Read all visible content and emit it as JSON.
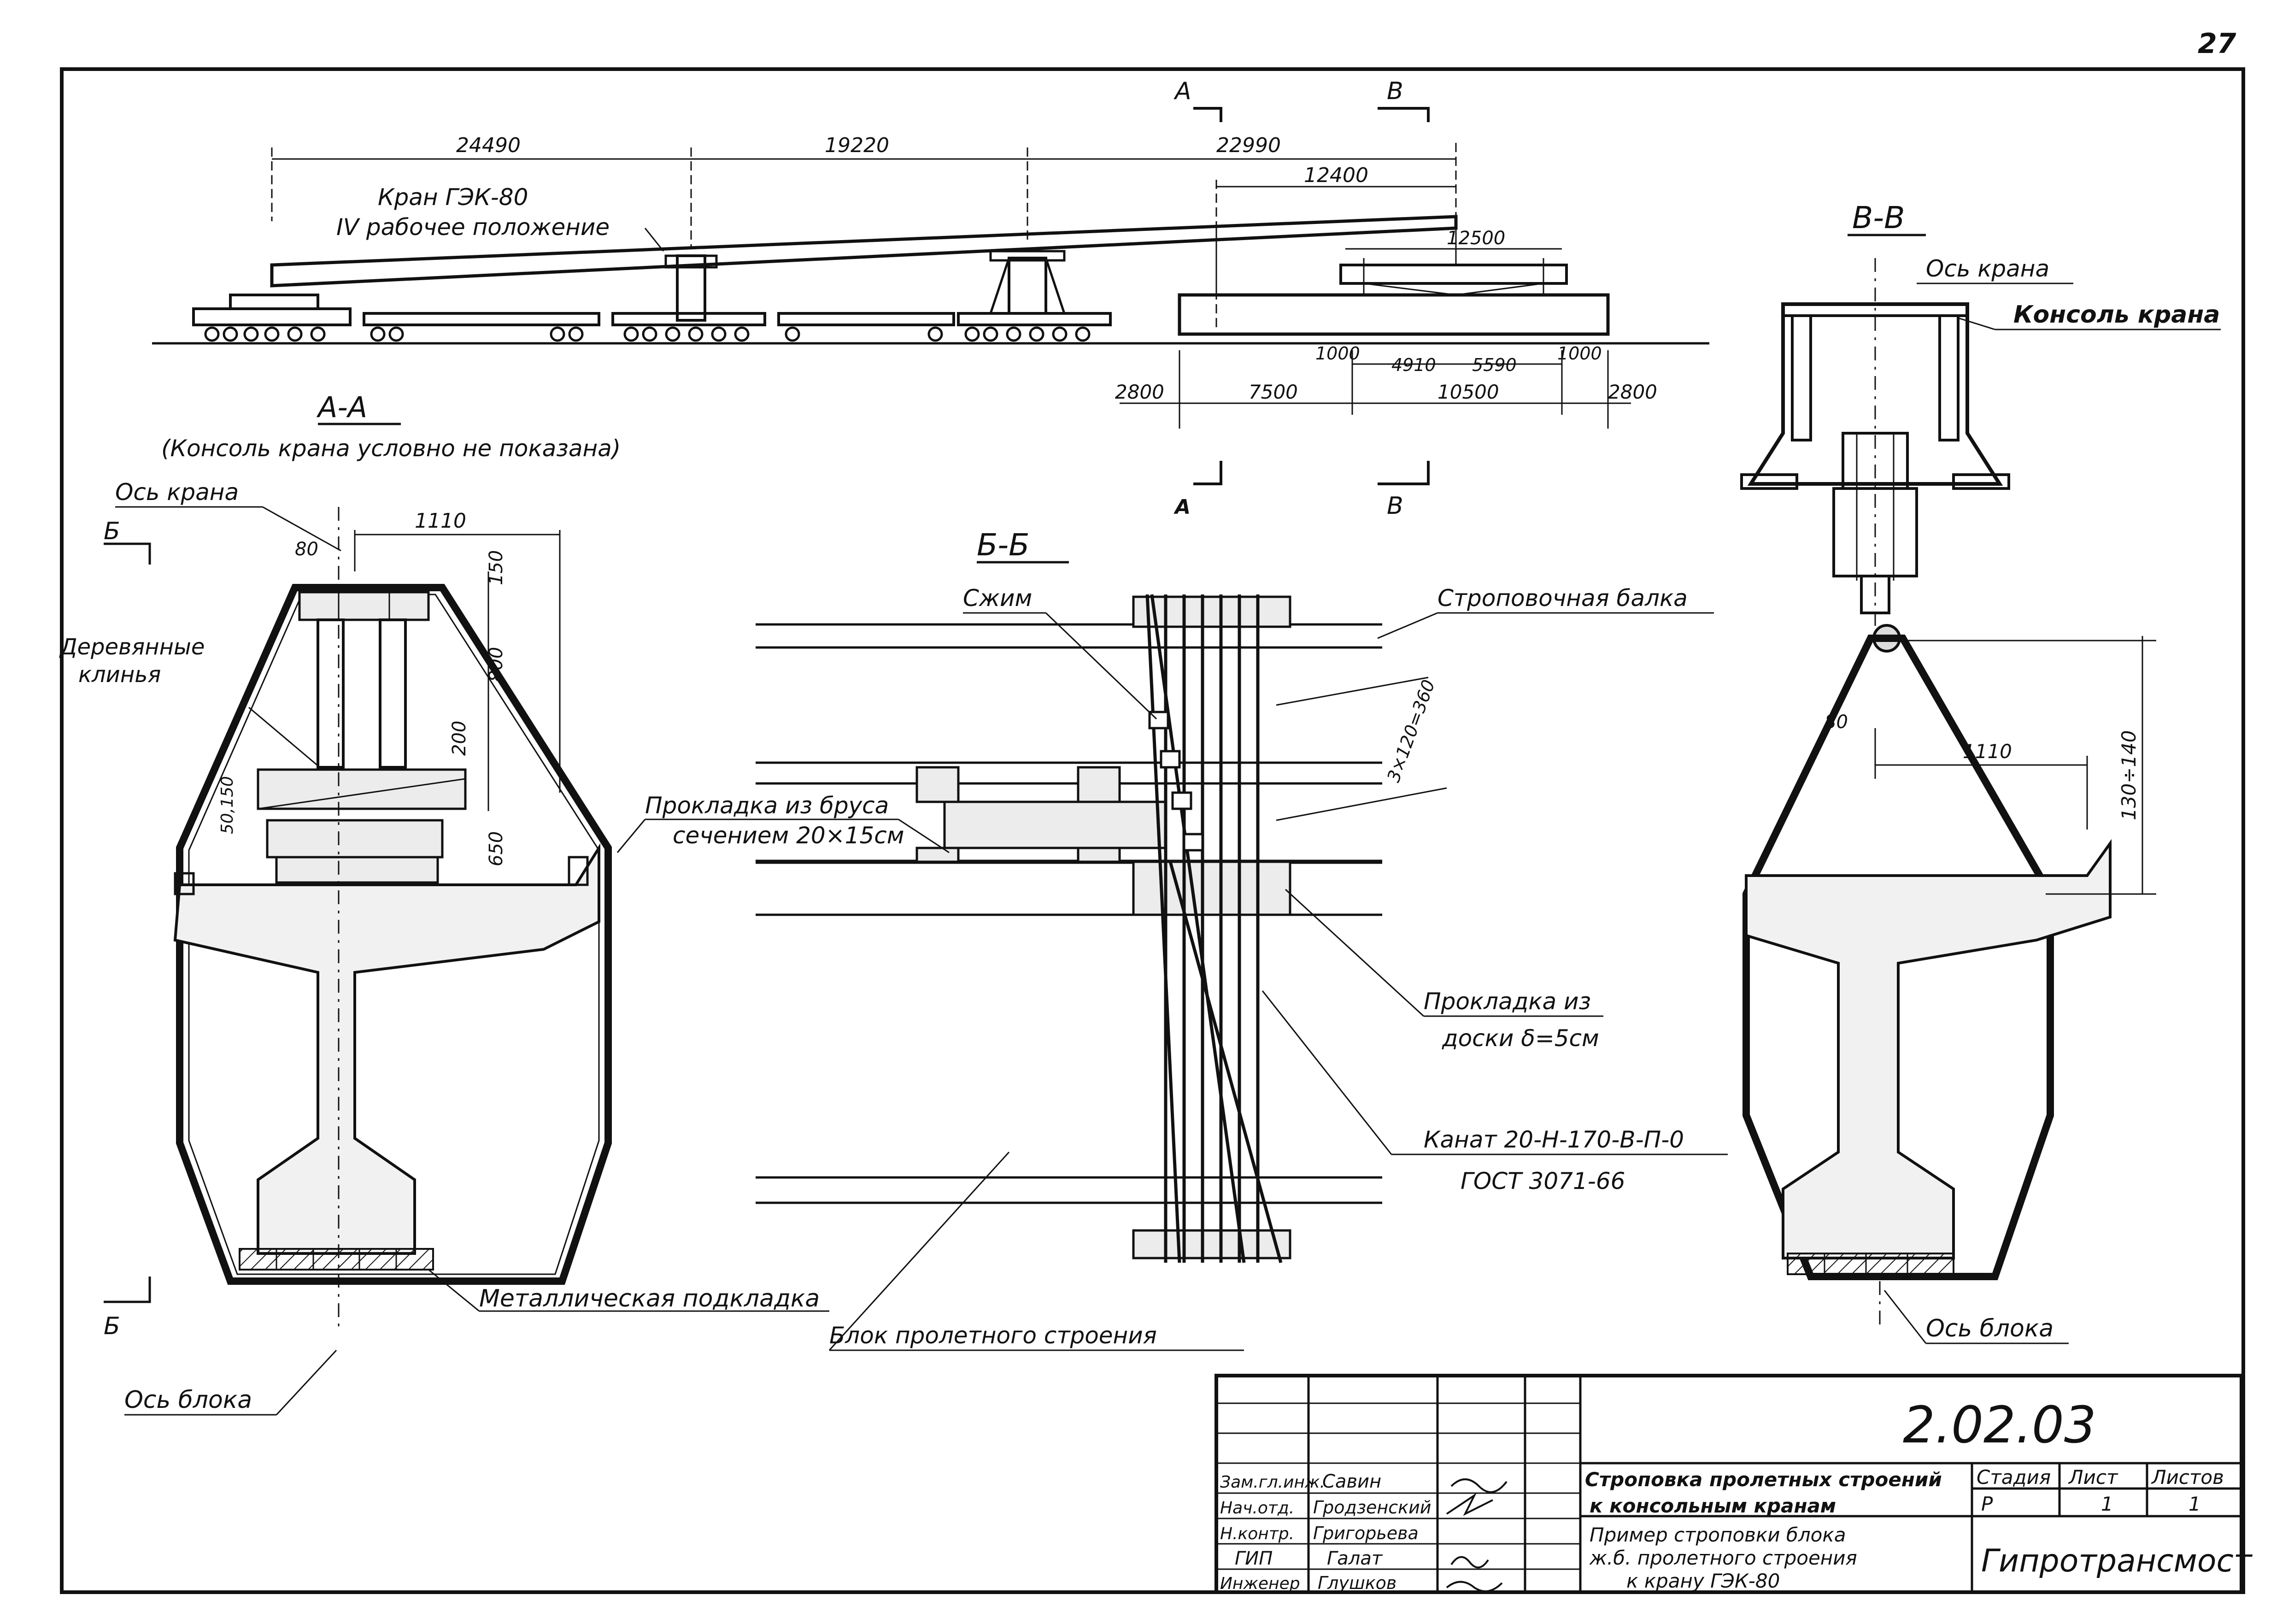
{
  "page_number": "27",
  "top_view": {
    "dim_24490": "24490",
    "dim_19220": "19220",
    "dim_22990": "22990",
    "dim_12400": "12400",
    "dim_12500": "12500",
    "crane_label_1": "Кран ГЭК-80",
    "crane_label_2": "IV рабочее положение",
    "dim_1000_a": "1000",
    "dim_4910": "4910",
    "dim_5590": "5590",
    "dim_1000_b": "1000",
    "dim_2800_a": "2800",
    "dim_7500": "7500",
    "dim_10500": "10500",
    "dim_2800_b": "2800",
    "mark_a": "А",
    "mark_b": "В"
  },
  "section_aa": {
    "title": "А-А",
    "note": "(Консоль крана условно не показана)",
    "crane_axis": "Ось крана",
    "mark_b": "Б",
    "dim_1110": "1110",
    "dim_80": "80",
    "dim_150": "150",
    "dim_800": "800",
    "dim_200": "200",
    "dim_50150": "50,150",
    "dim_650": "650",
    "wood_wedges_1": "Деревянные",
    "wood_wedges_2": "клинья",
    "metal_pad": "Металлическая подкладка",
    "block_axis": "Ось блока"
  },
  "section_bb": {
    "title": "Б-Б",
    "clamp": "Сжим",
    "sling_beam": "Строповочная балка",
    "dim_3x120": "3×120=360",
    "timber_pad_1": "Прокладка из бруса",
    "timber_pad_2": "сечением 20×15см",
    "board_pad_1": "Прокладка из",
    "board_pad_2": "доски δ=5см",
    "rope_1": "Канат 20-Н-170-В-П-0",
    "rope_2": "ГОСТ 3071-66",
    "span_block": "Блок пролетного строения"
  },
  "section_vv": {
    "title": "В-В",
    "crane_axis": "Ось крана",
    "crane_console": "Консоль крана",
    "dim_80": "80",
    "dim_1110": "1110",
    "dim_130_140": "130÷140",
    "block_axis": "Ось блока"
  },
  "title_block": {
    "doc_number": "2.02.03",
    "roles": [
      "Зам.гл.инж.",
      "Нач.отд.",
      "Н.контр.",
      "ГИП",
      "Инженер"
    ],
    "names": [
      "Савин",
      "Гродзенский",
      "Григорьева",
      "Галат",
      "Глушков"
    ],
    "title_1": "Строповка пролетных строений",
    "title_2": "к консольным кранам",
    "subtitle_1": "Пример строповки блока",
    "subtitle_2": "ж.б. пролетного строения",
    "subtitle_3": "к крану ГЭК-80",
    "col_stage": "Стадия",
    "col_sheet": "Лист",
    "col_sheets": "Листов",
    "stage": "Р",
    "sheet": "1",
    "sheets": "1",
    "org": "Гипротрансмост"
  }
}
